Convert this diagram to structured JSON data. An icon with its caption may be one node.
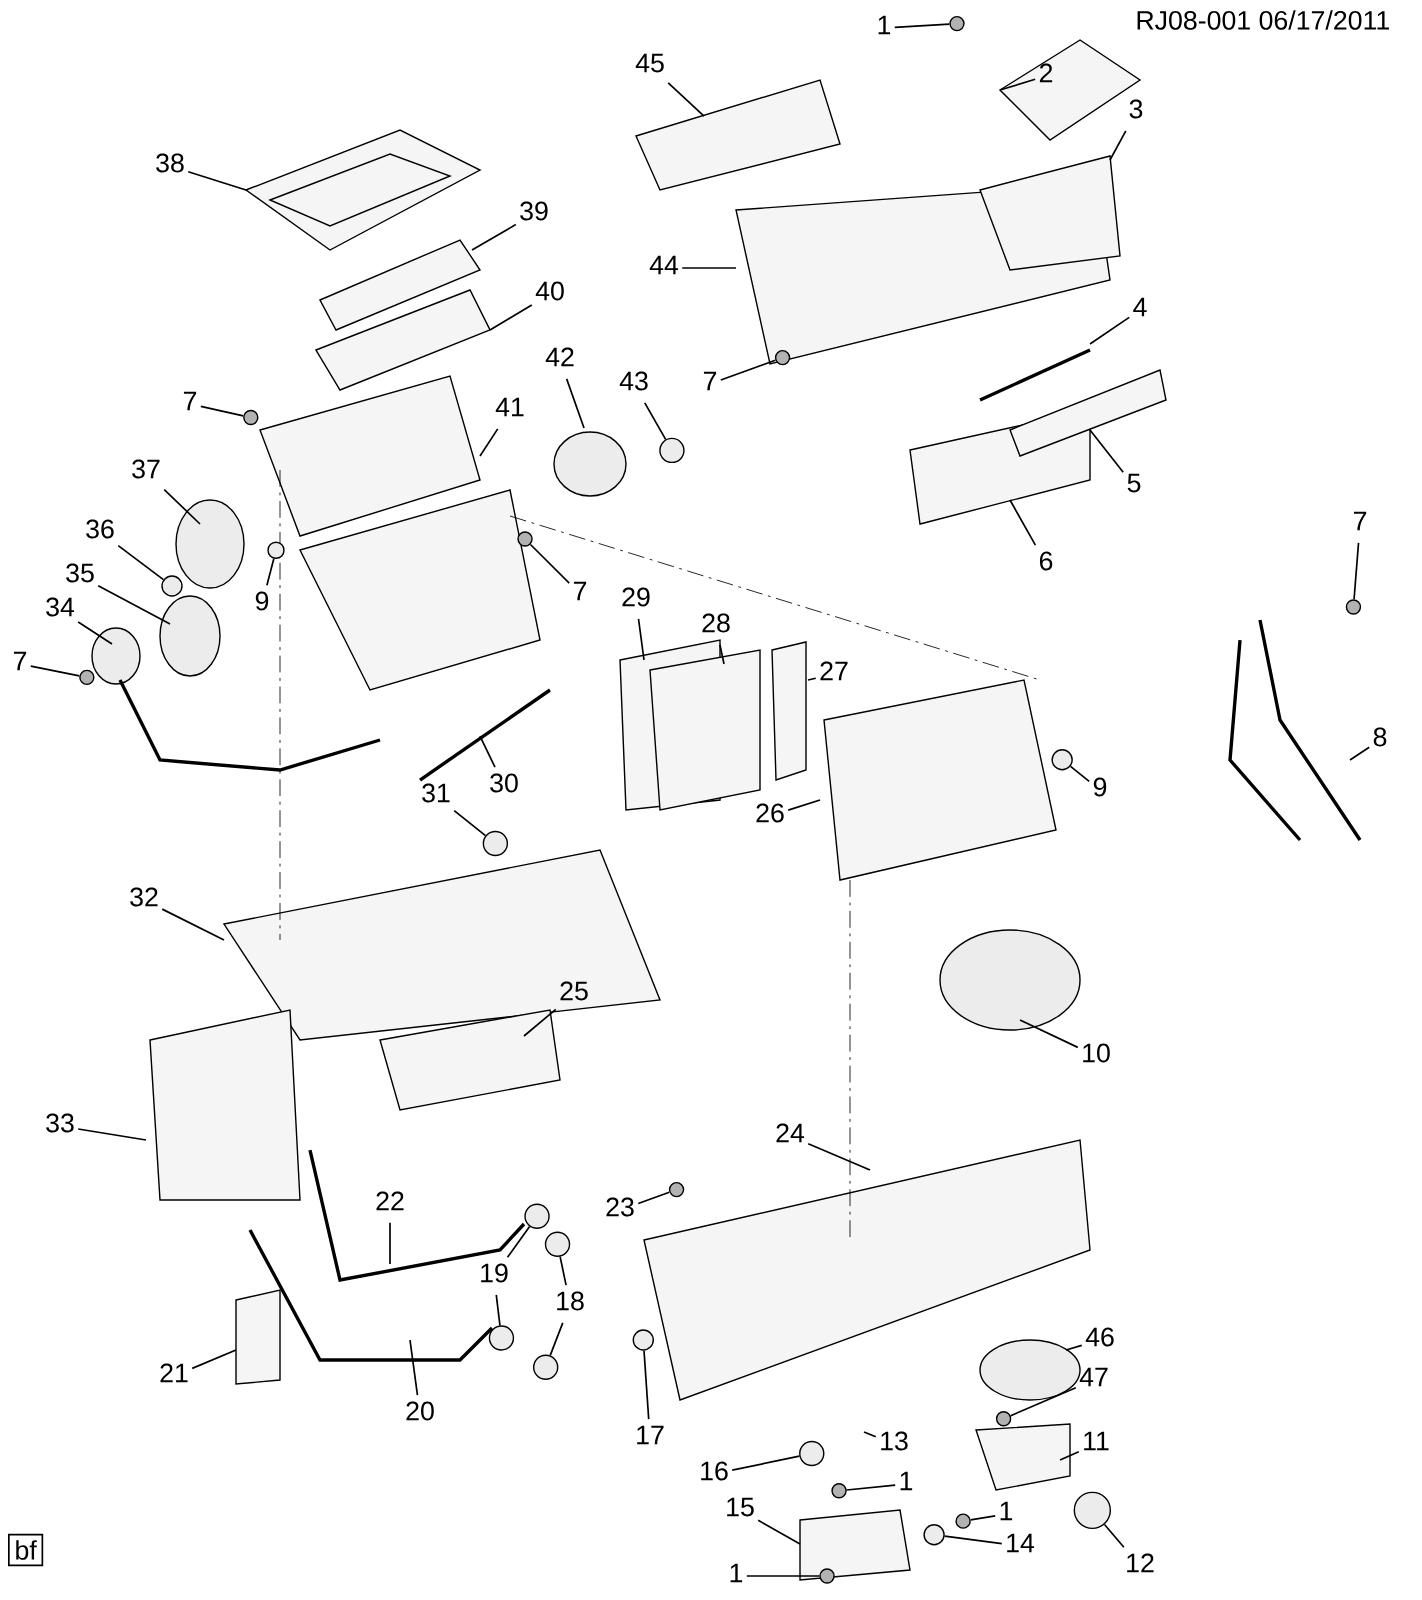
{
  "diagram": {
    "nodes": [
      {
        "text": [
          "1"
        ]
      },
      {
        "text": [
          "2"
        ]
      },
      {
        "text": [
          "45"
        ]
      },
      {
        "text": [
          "3"
        ]
      },
      {
        "text": [
          "38"
        ]
      },
      {
        "text": [
          "39"
        ]
      },
      {
        "text": [
          "44"
        ]
      },
      {
        "text": [
          "40"
        ]
      },
      {
        "text": [
          "4"
        ]
      },
      {
        "text": [
          "42"
        ]
      },
      {
        "text": [
          "43"
        ]
      },
      {
        "text": [
          "7"
        ]
      },
      {
        "text": [
          "7"
        ]
      },
      {
        "text": [
          "41"
        ]
      },
      {
        "text": [
          "37"
        ]
      },
      {
        "text": [
          "5"
        ]
      },
      {
        "text": [
          "7"
        ]
      },
      {
        "text": [
          "36"
        ]
      },
      {
        "text": [
          "6"
        ]
      },
      {
        "text": [
          "35"
        ]
      },
      {
        "text": [
          "7"
        ]
      },
      {
        "text": [
          "29"
        ]
      },
      {
        "text": [
          "9"
        ]
      },
      {
        "text": [
          "34"
        ]
      },
      {
        "text": [
          "28"
        ]
      },
      {
        "text": [
          "7"
        ]
      },
      {
        "text": [
          "27"
        ]
      },
      {
        "text": [
          "8"
        ]
      },
      {
        "text": [
          "9"
        ]
      },
      {
        "text": [
          "30"
        ]
      },
      {
        "text": [
          "31"
        ]
      },
      {
        "text": [
          "26"
        ]
      },
      {
        "text": [
          "32"
        ]
      },
      {
        "text": [
          "25"
        ]
      },
      {
        "text": [
          "10"
        ]
      },
      {
        "text": [
          "33"
        ]
      },
      {
        "text": [
          "24"
        ]
      },
      {
        "text": [
          "22"
        ]
      },
      {
        "text": [
          "23"
        ]
      },
      {
        "text": [
          "19"
        ]
      },
      {
        "text": [
          "18"
        ]
      },
      {
        "text": [
          "46"
        ]
      },
      {
        "text": [
          "21"
        ]
      },
      {
        "text": [
          "47"
        ]
      },
      {
        "text": [
          "20"
        ]
      },
      {
        "text": [
          "17"
        ]
      },
      {
        "text": [
          "11"
        ]
      },
      {
        "text": [
          "13"
        ]
      },
      {
        "text": [
          "16"
        ]
      },
      {
        "text": [
          "1"
        ]
      },
      {
        "text": [
          "15"
        ]
      },
      {
        "text": [
          "1"
        ]
      },
      {
        "text": [
          "14"
        ]
      },
      {
        "text": [
          "12"
        ]
      },
      {
        "text": [
          "1"
        ]
      },
      {
        "text": [],
        "shape": "circle"
      },
      {
        "text": [],
        "shape": "circle"
      },
      {
        "text": [],
        "shape": "circle"
      },
      {
        "text": [],
        "shape": "circle"
      },
      {
        "text": [],
        "shape": "circle"
      },
      {
        "text": [],
        "shape": "circle"
      },
      {
        "text": [],
        "shape": "circle"
      },
      {
        "text": [],
        "shape": "circle"
      },
      {
        "text": [],
        "shape": "circle"
      },
      {
        "text": [],
        "shape": "circle"
      },
      {
        "text": [],
        "shape": "circle"
      },
      {
        "text": [],
        "shape": "circle"
      },
      {
        "text": [],
        "shape": "circle"
      },
      {
        "text": [],
        "shape": "circle"
      },
      {
        "text": [],
        "shape": "circle"
      },
      {
        "text": [],
        "shape": "circle"
      },
      {
        "text": [],
        "shape": "circle"
      },
      {
        "text": [],
        "shape": "circle"
      },
      {
        "text": [],
        "shape": "circle"
      },
      {
        "text": [],
        "shape": "circle"
      },
      {
        "text": [],
        "shape": "circle"
      },
      {
        "text": [],
        "shape": "circle"
      },
      {
        "text": [],
        "shape": "circle"
      },
      {
        "text": [],
        "shape": "circle"
      }
    ],
    "edges": [
      {
        "from": 0,
        "to": 55,
        "arrow": "none"
      },
      {
        "from": 1,
        "to": null,
        "arrow": "none"
      },
      {
        "from": 2,
        "to": null,
        "arrow": "none"
      },
      {
        "from": 3,
        "to": null,
        "arrow": "none"
      },
      {
        "from": 4,
        "to": null,
        "arrow": "none"
      },
      {
        "from": 5,
        "to": null,
        "arrow": "none"
      },
      {
        "from": 6,
        "to": null,
        "arrow": "none"
      },
      {
        "from": 7,
        "to": null,
        "arrow": "none"
      },
      {
        "from": 8,
        "to": null,
        "arrow": "none"
      },
      {
        "from": 9,
        "to": null,
        "arrow": "none"
      },
      {
        "from": 10,
        "to": 56,
        "arrow": "none"
      },
      {
        "from": 11,
        "to": 57,
        "arrow": "none"
      },
      {
        "from": 12,
        "to": 58,
        "arrow": "none"
      },
      {
        "from": 13,
        "to": null,
        "arrow": "none"
      },
      {
        "from": 14,
        "to": null,
        "arrow": "none"
      },
      {
        "from": 15,
        "to": null,
        "arrow": "none"
      },
      {
        "from": 16,
        "to": 59,
        "arrow": "none"
      },
      {
        "from": 17,
        "to": 60,
        "arrow": "none"
      },
      {
        "from": 18,
        "to": null,
        "arrow": "none"
      },
      {
        "from": 19,
        "to": null,
        "arrow": "none"
      },
      {
        "from": 20,
        "to": 61,
        "arrow": "none"
      },
      {
        "from": 21,
        "to": null,
        "arrow": "none"
      },
      {
        "from": 22,
        "to": 62,
        "arrow": "none"
      },
      {
        "from": 23,
        "to": null,
        "arrow": "none"
      },
      {
        "from": 24,
        "to": null,
        "arrow": "none"
      },
      {
        "from": 25,
        "to": 63,
        "arrow": "none"
      },
      {
        "from": 26,
        "to": null,
        "arrow": "none"
      },
      {
        "from": 27,
        "to": null,
        "arrow": "none"
      },
      {
        "from": 28,
        "to": 64,
        "arrow": "none"
      },
      {
        "from": 29,
        "to": null,
        "arrow": "none"
      },
      {
        "from": 30,
        "to": 65,
        "arrow": "none"
      },
      {
        "from": 31,
        "to": null,
        "arrow": "none"
      },
      {
        "from": 32,
        "to": null,
        "arrow": "none"
      },
      {
        "from": 33,
        "to": null,
        "arrow": "none"
      },
      {
        "from": 34,
        "to": null,
        "arrow": "none"
      },
      {
        "from": 35,
        "to": null,
        "arrow": "none"
      },
      {
        "from": 36,
        "to": null,
        "arrow": "none"
      },
      {
        "from": 37,
        "to": null,
        "arrow": "none"
      },
      {
        "from": 38,
        "to": 66,
        "arrow": "none"
      },
      {
        "from": 39,
        "to": 67,
        "arrow": "none"
      },
      {
        "from": 39,
        "to": 68,
        "arrow": "none"
      },
      {
        "from": 40,
        "to": 69,
        "arrow": "none"
      },
      {
        "from": 40,
        "to": 70,
        "arrow": "none"
      },
      {
        "from": 41,
        "to": null,
        "arrow": "none"
      },
      {
        "from": 42,
        "to": null,
        "arrow": "none"
      },
      {
        "from": 43,
        "to": 71,
        "arrow": "none"
      },
      {
        "from": 44,
        "to": null,
        "arrow": "none"
      },
      {
        "from": 45,
        "to": 72,
        "arrow": "none"
      },
      {
        "from": 46,
        "to": null,
        "arrow": "none"
      },
      {
        "from": 47,
        "to": null,
        "arrow": "none"
      },
      {
        "from": 48,
        "to": 73,
        "arrow": "none"
      },
      {
        "from": 49,
        "to": 74,
        "arrow": "none"
      },
      {
        "from": 50,
        "to": null,
        "arrow": "none"
      },
      {
        "from": 51,
        "to": 75,
        "arrow": "none"
      },
      {
        "from": 52,
        "to": 76,
        "arrow": "none"
      },
      {
        "from": 53,
        "to": 77,
        "arrow": "none"
      },
      {
        "from": 54,
        "to": 78,
        "arrow": "none"
      }
    ],
    "labels": [
      "RJ08-001  06/17/2011",
      "bf"
    ]
  }
}
